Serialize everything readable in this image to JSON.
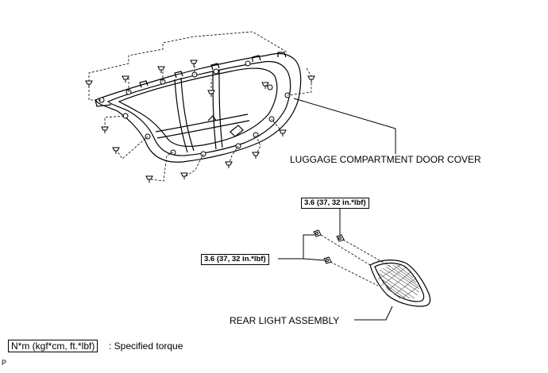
{
  "labels": {
    "door_cover": "LUGGAGE COMPARTMENT DOOR COVER",
    "rear_light": "REAR LIGHT ASSEMBLY"
  },
  "torque": {
    "upper": "3.6 (37, 32 in.*lbf)",
    "left": "3.6 (37, 32 in.*lbf)"
  },
  "legend": {
    "unit": "N*m (kgf*cm, ft.*lbf)",
    "description": ": Specified torque"
  },
  "corner_mark": "P"
}
